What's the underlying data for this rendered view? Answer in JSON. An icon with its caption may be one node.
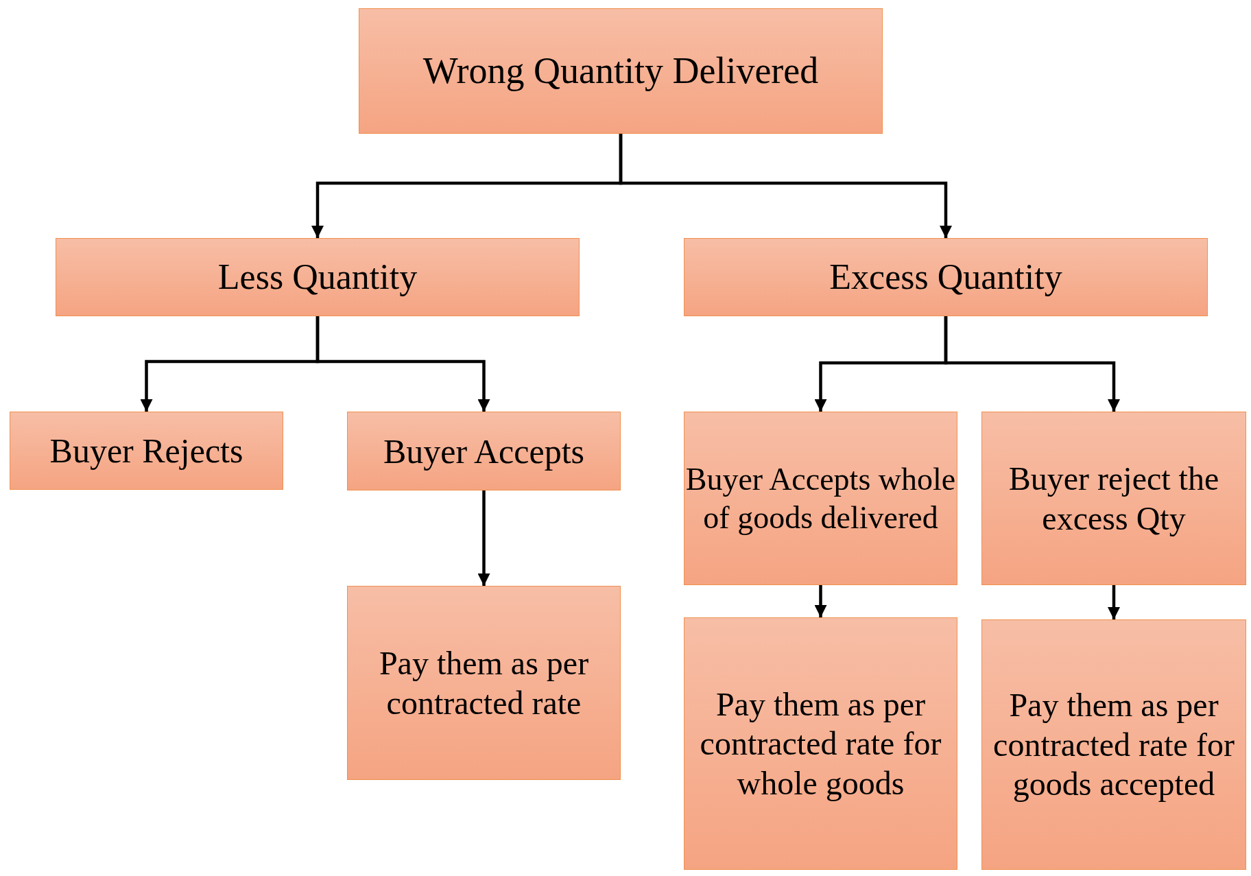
{
  "diagram": {
    "nodes": [
      {
        "text": [
          "Wrong Quantity Delivered"
        ]
      },
      {
        "text": [
          "Less Quantity"
        ]
      },
      {
        "text": [
          "Excess Quantity"
        ]
      },
      {
        "text": [
          "Buyer Rejects"
        ]
      },
      {
        "text": [
          "Buyer Accepts"
        ]
      },
      {
        "text": [
          "Buyer Accepts whole of goods delivered"
        ]
      },
      {
        "text": [
          "Buyer reject the excess Qty"
        ]
      },
      {
        "text": [
          "Pay them as per contracted rate"
        ]
      },
      {
        "text": [
          "Pay them as per contracted rate for whole goods"
        ]
      },
      {
        "text": [
          "Pay them as per contracted rate for goods accepted"
        ]
      }
    ],
    "edges": [
      {
        "from": 0,
        "to": 1,
        "arrow": "to"
      },
      {
        "from": 0,
        "to": 2,
        "arrow": "to"
      },
      {
        "from": 1,
        "to": 3,
        "arrow": "to"
      },
      {
        "from": 1,
        "to": 4,
        "arrow": "to"
      },
      {
        "from": 4,
        "to": 7,
        "arrow": "to"
      },
      {
        "from": 2,
        "to": 5,
        "arrow": "to"
      },
      {
        "from": 2,
        "to": 6,
        "arrow": "to"
      },
      {
        "from": 5,
        "to": 8,
        "arrow": "to"
      },
      {
        "from": 6,
        "to": 9,
        "arrow": "to"
      }
    ]
  }
}
